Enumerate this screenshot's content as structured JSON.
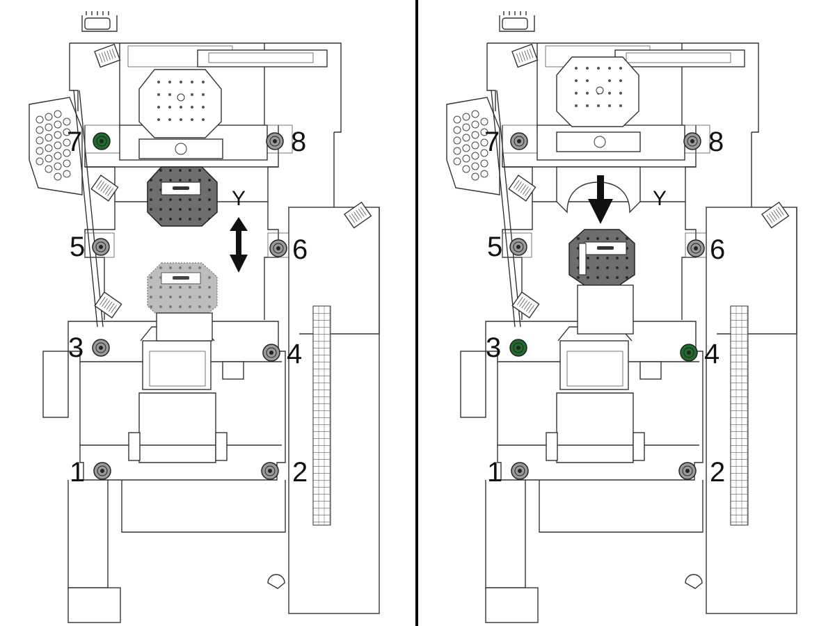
{
  "colors": {
    "leveler_active": "#1f6b2e",
    "leveler_default": "#9a9a9a",
    "table_dark": "#6e6e6e",
    "table_light": "#b9b9b9",
    "divider": "#000000"
  },
  "axis_label": "Y",
  "panels": [
    {
      "id": "left",
      "motion": "bidirectional",
      "leveling_screws": [
        {
          "number": "1",
          "active": false
        },
        {
          "number": "2",
          "active": false
        },
        {
          "number": "3",
          "active": false
        },
        {
          "number": "4",
          "active": false
        },
        {
          "number": "5",
          "active": false
        },
        {
          "number": "6",
          "active": false
        },
        {
          "number": "7",
          "active": true
        },
        {
          "number": "8",
          "active": false
        }
      ]
    },
    {
      "id": "right",
      "motion": "down",
      "leveling_screws": [
        {
          "number": "1",
          "active": false
        },
        {
          "number": "2",
          "active": false
        },
        {
          "number": "3",
          "active": true
        },
        {
          "number": "4",
          "active": true
        },
        {
          "number": "5",
          "active": false
        },
        {
          "number": "6",
          "active": false
        },
        {
          "number": "7",
          "active": false
        },
        {
          "number": "8",
          "active": false
        }
      ]
    }
  ]
}
